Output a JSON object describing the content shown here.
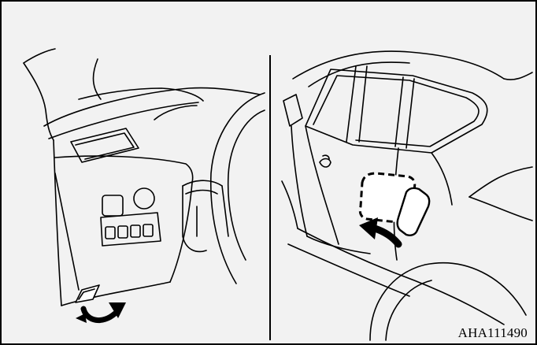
{
  "figure": {
    "code": "AHA111490"
  },
  "colors": {
    "background": "#f2f2f2",
    "line": "#000000",
    "lid": "#ffffff"
  },
  "panels": [
    {
      "name": "driver-side-dashboard-panel",
      "icon": "lower-panel-lever-icon"
    },
    {
      "name": "fuel-door-panel",
      "icon": "fuel-lid-open-arrow-icon"
    }
  ]
}
